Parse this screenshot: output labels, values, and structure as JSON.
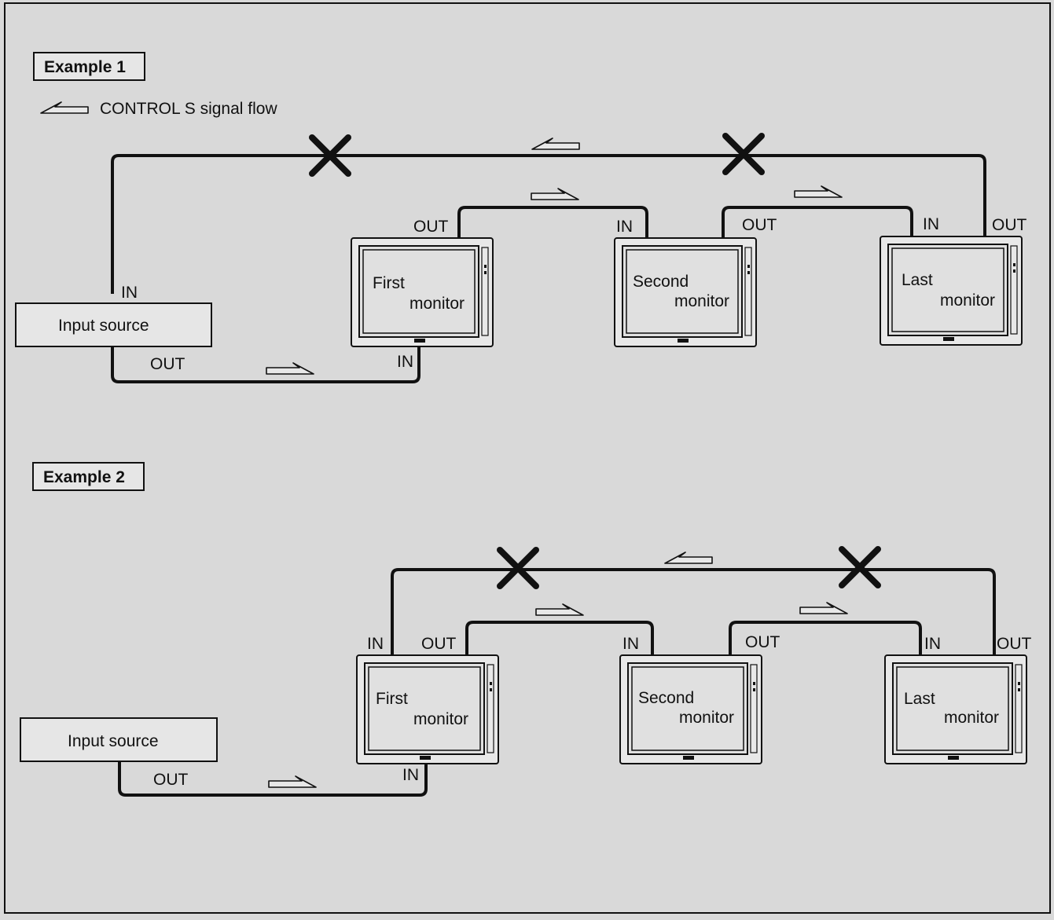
{
  "legend": {
    "text": "CONTROL S signal flow",
    "icon": "signal-flow-arrow-icon"
  },
  "examples": [
    {
      "title": "Example 1",
      "input_source": {
        "label": "Input source",
        "in_label": "IN",
        "out_label": "OUT"
      },
      "monitors": [
        {
          "line1": "First",
          "line2": "monitor",
          "in_label": "IN",
          "out_label": "OUT"
        },
        {
          "line1": "Second",
          "line2": "monitor",
          "in_label": "IN",
          "out_label": "OUT"
        },
        {
          "line1": "Last",
          "line2": "monitor",
          "in_label": "IN",
          "out_label": "OUT"
        }
      ]
    },
    {
      "title": "Example 2",
      "input_source": {
        "label": "Input source",
        "out_label": "OUT"
      },
      "monitors": [
        {
          "line1": "First",
          "line2": "monitor",
          "in_label": "IN",
          "in2_label": "IN",
          "out_label": "OUT"
        },
        {
          "line1": "Second",
          "line2": "monitor",
          "in_label": "IN",
          "out_label": "OUT"
        },
        {
          "line1": "Last",
          "line2": "monitor",
          "in_label": "IN",
          "out_label": "OUT"
        }
      ]
    }
  ],
  "colors": {
    "background": "#d9d9d9",
    "ink": "#111111"
  }
}
